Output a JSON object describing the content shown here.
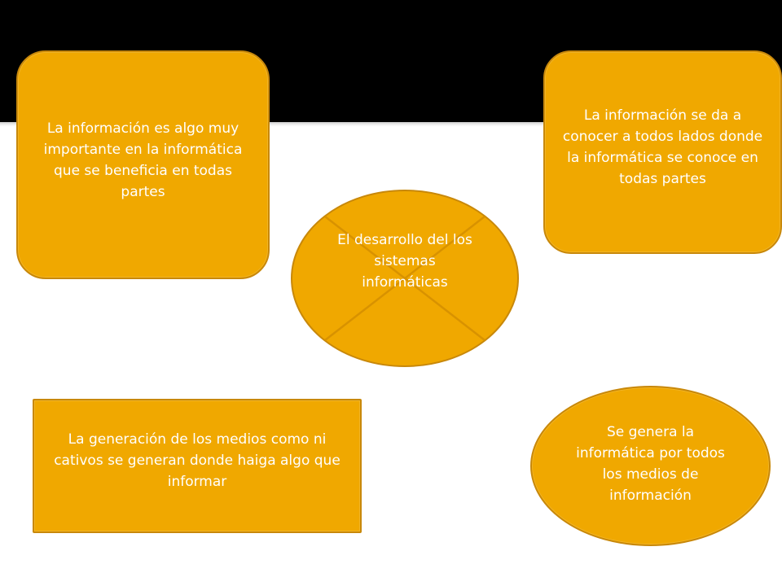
{
  "colors": {
    "background": "#ffffff",
    "top_band": "#000000",
    "shape_fill": "#f0a800",
    "shape_border": "#c8880a",
    "text": "#ffffff",
    "cross_lines": "#d89200"
  },
  "diagram": {
    "top_left_box": {
      "text": "La información es algo muy importante  en la informática que se beneficia en todas partes"
    },
    "top_right_box": {
      "text": "La información se da a conocer  a todos lados donde la  informática se conoce en todas partes"
    },
    "center_ellipse": {
      "text": "El desarrollo del los sistemas informáticas"
    },
    "bottom_left_box": {
      "text": "La generación de los medios como ni cativos se generan donde haiga algo que informar"
    },
    "bottom_right_ellipse": {
      "text": "Se genera la informática por todos los medios de información"
    }
  }
}
